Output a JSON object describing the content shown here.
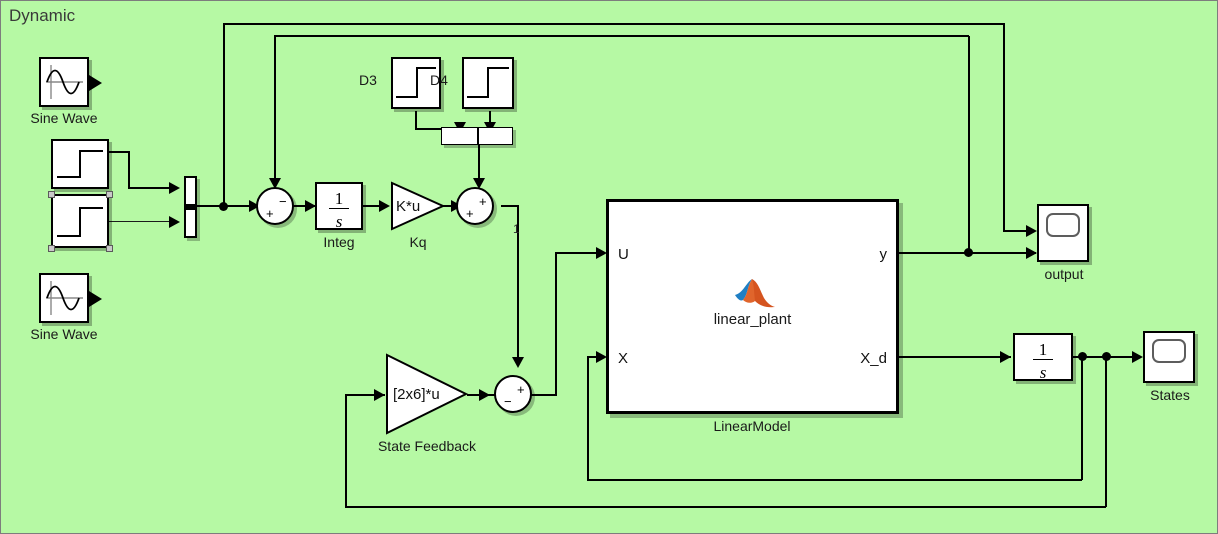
{
  "diagram": {
    "title": "Dynamic",
    "background_color": "#b6f9a4",
    "border_color": "#7d7d7d"
  },
  "blocks": {
    "sine_wave_1": {
      "label": "Sine Wave",
      "type": "sine-wave-source"
    },
    "sine_wave_2": {
      "label": "Sine Wave",
      "type": "sine-wave-source"
    },
    "step_1": {
      "label": "",
      "type": "step-source"
    },
    "step_2": {
      "label": "",
      "type": "step-source",
      "selected": true
    },
    "step_d3": {
      "label": "D3",
      "type": "step-source"
    },
    "step_d4": {
      "label": "D4",
      "type": "step-source"
    },
    "mux_inputs": {
      "label": "",
      "type": "mux"
    },
    "mux_disturbance": {
      "label": "",
      "type": "mux"
    },
    "sum_1": {
      "label": "",
      "signs": {
        "top": "−",
        "left": "+"
      }
    },
    "integrator": {
      "label": "Integ",
      "numerator": "1",
      "denominator": "s"
    },
    "gain_kq": {
      "label": "Kq",
      "expression": "K*u"
    },
    "sum_2": {
      "label": "",
      "signs": {
        "top": "+",
        "left": "+"
      }
    },
    "gain_state_feedback": {
      "label": "State Feedback",
      "expression": "[2x6]*u"
    },
    "sum_3": {
      "label": "",
      "signs": {
        "top": "+",
        "left": "−"
      }
    },
    "linear_model": {
      "label": "LinearModel",
      "inner_label": "linear_plant",
      "inputs": [
        "U",
        "X"
      ],
      "outputs": [
        "y",
        "X_d"
      ]
    },
    "integrator_2": {
      "label": "",
      "numerator": "1",
      "denominator": "s"
    },
    "scope_output": {
      "label": "output",
      "type": "scope",
      "input_count": 2
    },
    "scope_states": {
      "label": "States",
      "type": "scope",
      "input_count": 1
    }
  },
  "signal_labels": {
    "sum2_to_sum3": "1"
  },
  "colors": {
    "wire": "#000000",
    "block_fill": "#ffffff",
    "block_border": "#000000",
    "canvas": "#b6f9a4",
    "logo_blue": "#1f7fc4",
    "logo_orange": "#d5541f",
    "selection_handle": "#c9c9c9"
  }
}
